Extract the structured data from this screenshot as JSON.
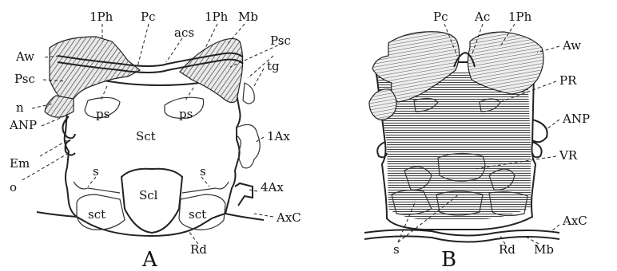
{
  "panels": {
    "a": {
      "panel_label": "A",
      "labels": {
        "ph1_left": "1Ph",
        "pc": "Pc",
        "ph1_right": "1Ph",
        "mb": "Mb",
        "acs": "acs",
        "aw": "Aw",
        "psc_left": "Psc",
        "psc_right": "Psc",
        "tg": "tg",
        "n": "n",
        "ps_left": "ps",
        "ps_right": "ps",
        "anp": "ANP",
        "sct": "Sct",
        "ax1": "1Ax",
        "em": "Em",
        "o": "o",
        "s_left": "s",
        "s_right": "s",
        "ax4": "4Ax",
        "scl": "Scl",
        "sct_left": "sct",
        "sct_right": "sct",
        "axc": "AxC",
        "rd": "Rd"
      }
    },
    "b": {
      "panel_label": "B",
      "labels": {
        "pc": "Pc",
        "ac": "Ac",
        "ph1": "1Ph",
        "aw": "Aw",
        "pr": "PR",
        "anp": "ANP",
        "vr": "VR",
        "axc": "AxC",
        "s": "s",
        "rd": "Rd",
        "mb": "Mb"
      }
    }
  }
}
